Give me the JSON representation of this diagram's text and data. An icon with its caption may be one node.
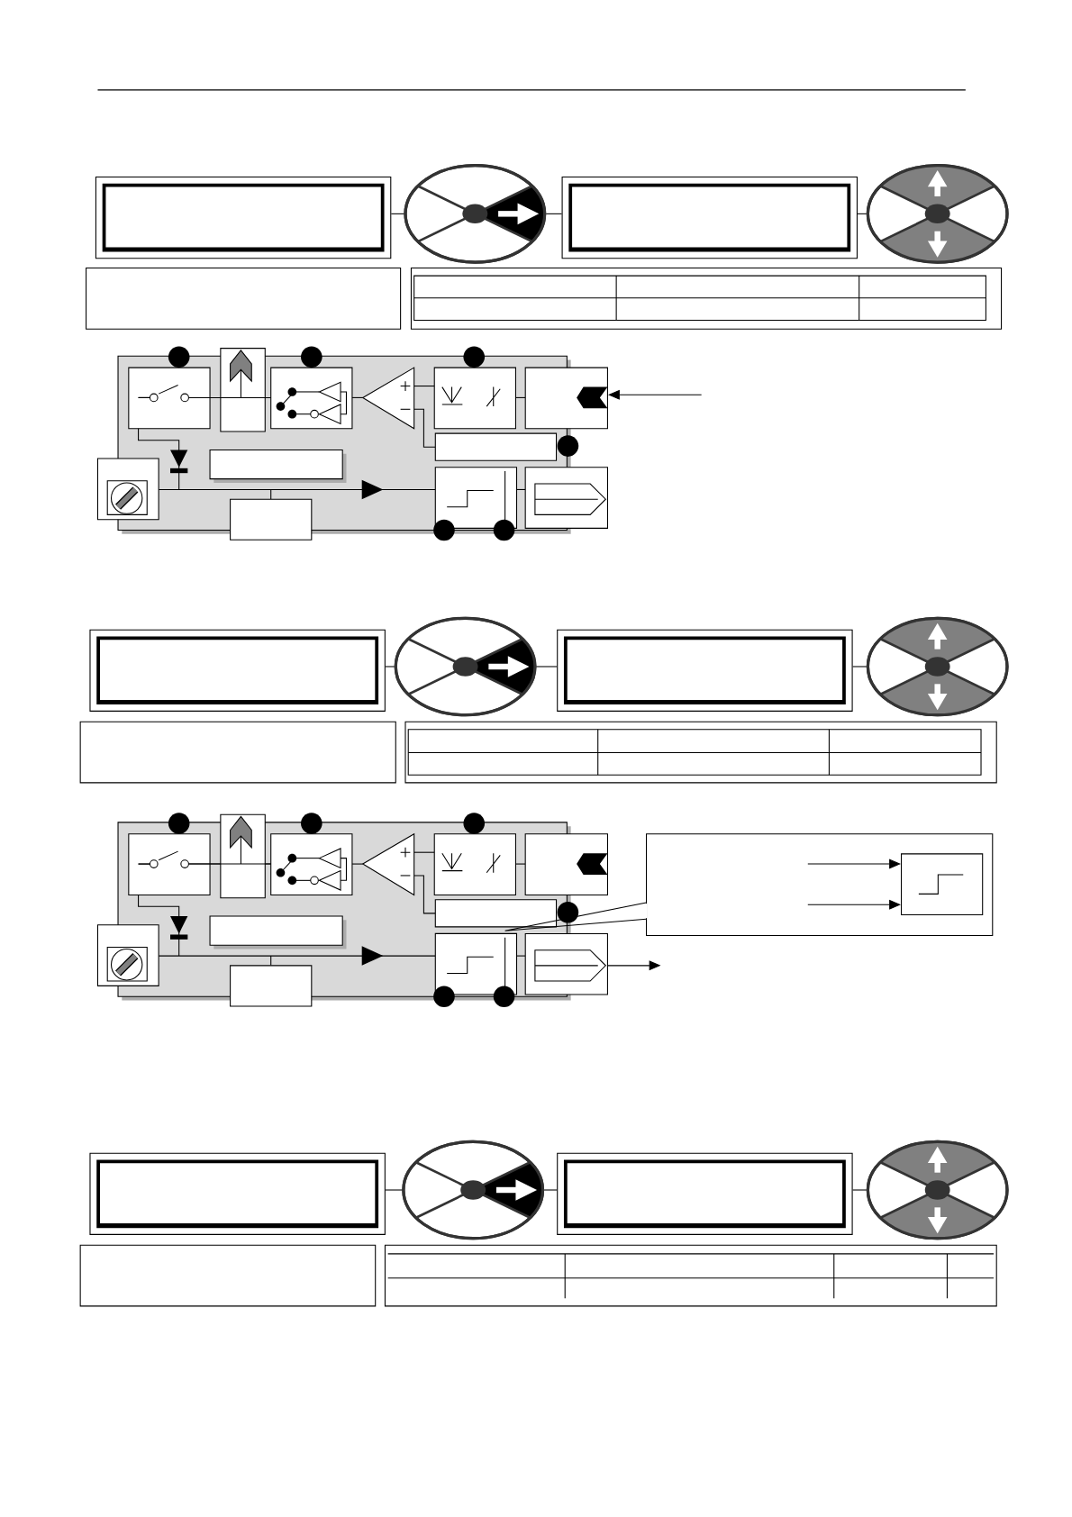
{
  "diagram": {
    "nodes": [
      {
        "text": [],
        "shape": "box"
      },
      {
        "text": [],
        "shape": "ellipse"
      },
      {
        "text": [],
        "shape": "box"
      },
      {
        "text": [],
        "shape": "ellipse"
      },
      {
        "text": [],
        "shape": "box"
      },
      {
        "text": [],
        "shape": "box"
      },
      {
        "text": [],
        "shape": "ellipse"
      },
      {
        "text": [],
        "shape": "box"
      },
      {
        "text": [],
        "shape": "ellipse"
      },
      {
        "text": [],
        "shape": "box"
      },
      {
        "text": [],
        "shape": "box"
      },
      {
        "text": [],
        "shape": "box",
        "in": 10
      },
      {
        "text": [],
        "shape": "box"
      },
      {
        "text": [],
        "shape": "ellipse"
      },
      {
        "text": [],
        "shape": "box"
      },
      {
        "text": [],
        "shape": "ellipse"
      }
    ],
    "edges": [
      {
        "from": 0,
        "to": 1,
        "arrow": "none"
      },
      {
        "from": 1,
        "to": 2,
        "arrow": "none"
      },
      {
        "from": 2,
        "to": 3,
        "arrow": "none"
      },
      {
        "from": null,
        "to": 4,
        "arrow": "to"
      },
      {
        "from": 5,
        "to": 6,
        "arrow": "none"
      },
      {
        "from": 6,
        "to": 7,
        "arrow": "none"
      },
      {
        "from": 7,
        "to": 8,
        "arrow": "none"
      },
      {
        "from": 9,
        "to": null,
        "arrow": "to"
      },
      {
        "from": null,
        "to": 11,
        "arrow": "to"
      },
      {
        "from": null,
        "to": 11,
        "arrow": "to"
      },
      {
        "from": 12,
        "to": 13,
        "arrow": "none"
      },
      {
        "from": 13,
        "to": 14,
        "arrow": "none"
      },
      {
        "from": 14,
        "to": 15,
        "arrow": "none"
      }
    ]
  }
}
